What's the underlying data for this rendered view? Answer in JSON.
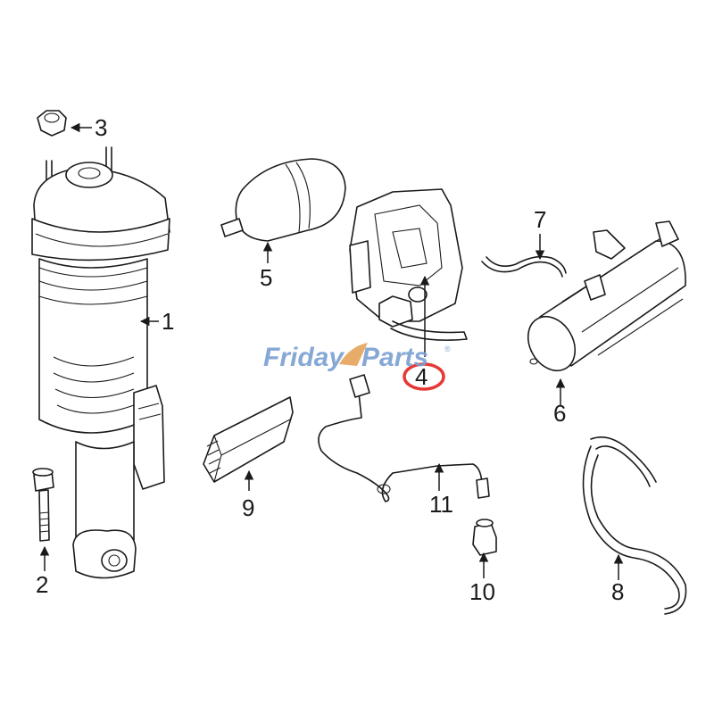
{
  "watermark": {
    "part1": "Friday",
    "part2": "Parts",
    "mark": "®",
    "color_primary": "#7a9fd1",
    "color_secondary": "#e5a45a"
  },
  "callouts": {
    "c1": "1",
    "c2": "2",
    "c3": "3",
    "c4": "4",
    "c5": "5",
    "c6": "6",
    "c7": "7",
    "c8": "8",
    "c9": "9",
    "c10": "10",
    "c11": "11"
  },
  "highlight": {
    "target": "4",
    "color": "#e53935"
  }
}
